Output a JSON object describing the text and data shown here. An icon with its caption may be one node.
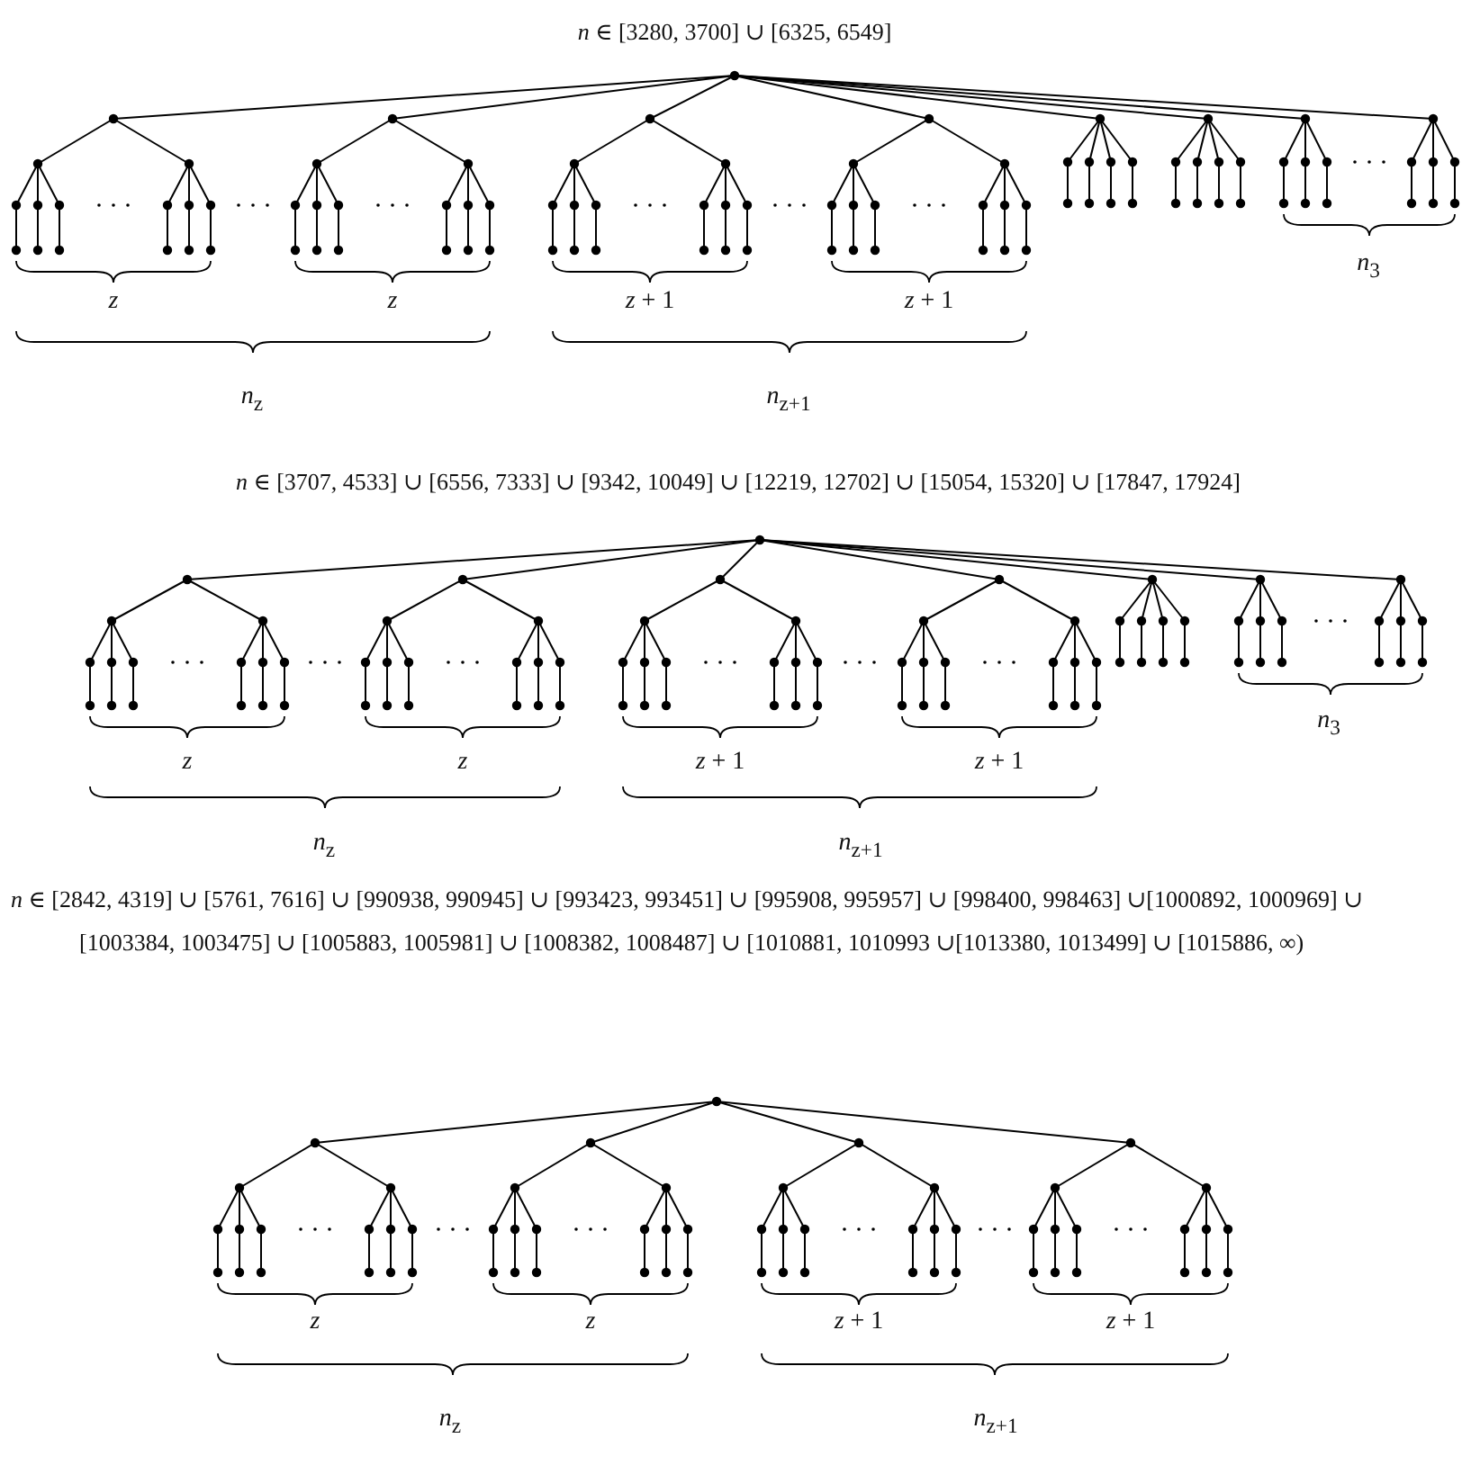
{
  "diagram": {
    "labels": [
      "*n* ∈ [3280, 3700] ∪ [6325, 6549]",
      "*n*$_{3}$",
      "*z*",
      "*z*",
      "*z* + 1",
      "*z* + 1",
      "*n*$_{z}$",
      "*n*$_{z+1}$",
      "*n* ∈ [3707, 4533] ∪ [6556, 7333] ∪ [9342, 10049] ∪ [12219, 12702] ∪ [15054, 15320] ∪ [17847, 17924]",
      "*n*$_{3}$",
      "*z*",
      "*z*",
      "*z* + 1",
      "*z* + 1",
      "*n*$_{z}$",
      "*n*$_{z+1}$",
      "*n* ∈ [2842, 4319] ∪ [5761, 7616] ∪ [990938, 990945] ∪ [993423, 993451] ∪ [995908, 995957] ∪ [998400, 998463] ∪[1000892, 1000969] ∪ [1003384, 1003475] ∪ [1005883, 1005981] ∪ [1008382, 1008487] ∪ [1010881, 1010993 ∪[1013380, 1013499] ∪ [1015886, ∞)",
      "*z*",
      "*z*",
      "*z* + 1",
      "*z* + 1",
      "*n*$_{z}$",
      "*n*$_{z+1}$"
    ]
  }
}
